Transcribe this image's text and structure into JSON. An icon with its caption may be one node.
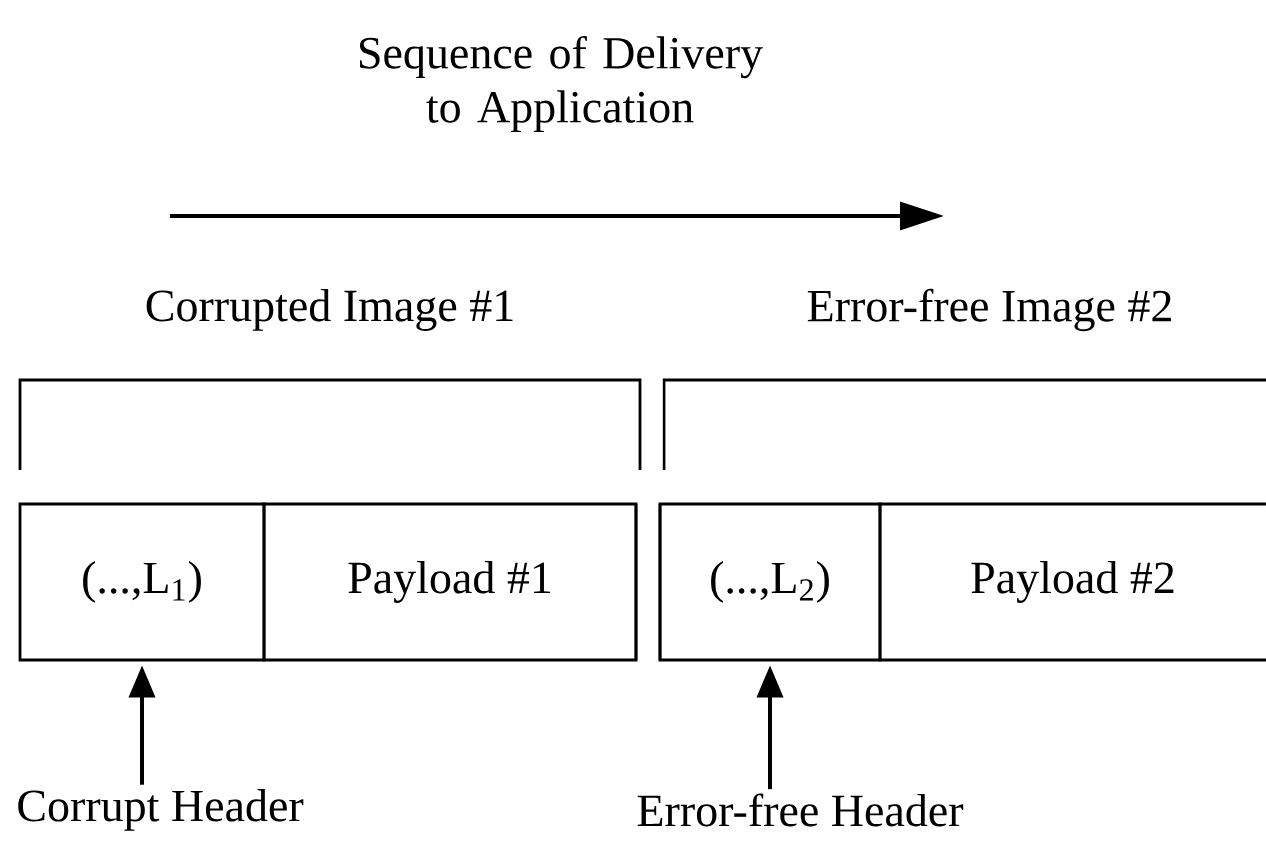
{
  "diagram": {
    "title": "Sequence of Delivery to Application",
    "nodes": [
      {
        "text": [
          "(...,L$_{1}$)"
        ]
      },
      {
        "text": [
          "Payload #1"
        ]
      },
      {
        "text": [
          "(...,L$_{2}$)"
        ]
      },
      {
        "text": [
          "Payload #2"
        ]
      },
      {
        "text": [
          "Corrupt Header"
        ]
      },
      {
        "text": [
          "Error-free Header"
        ]
      }
    ],
    "edges": [
      {
        "from": 4,
        "to": 0,
        "arrow": "to"
      },
      {
        "from": 5,
        "to": 2,
        "arrow": "to"
      }
    ],
    "labels": [
      "Corrupted Image #1",
      "Error-free Image #2"
    ]
  }
}
